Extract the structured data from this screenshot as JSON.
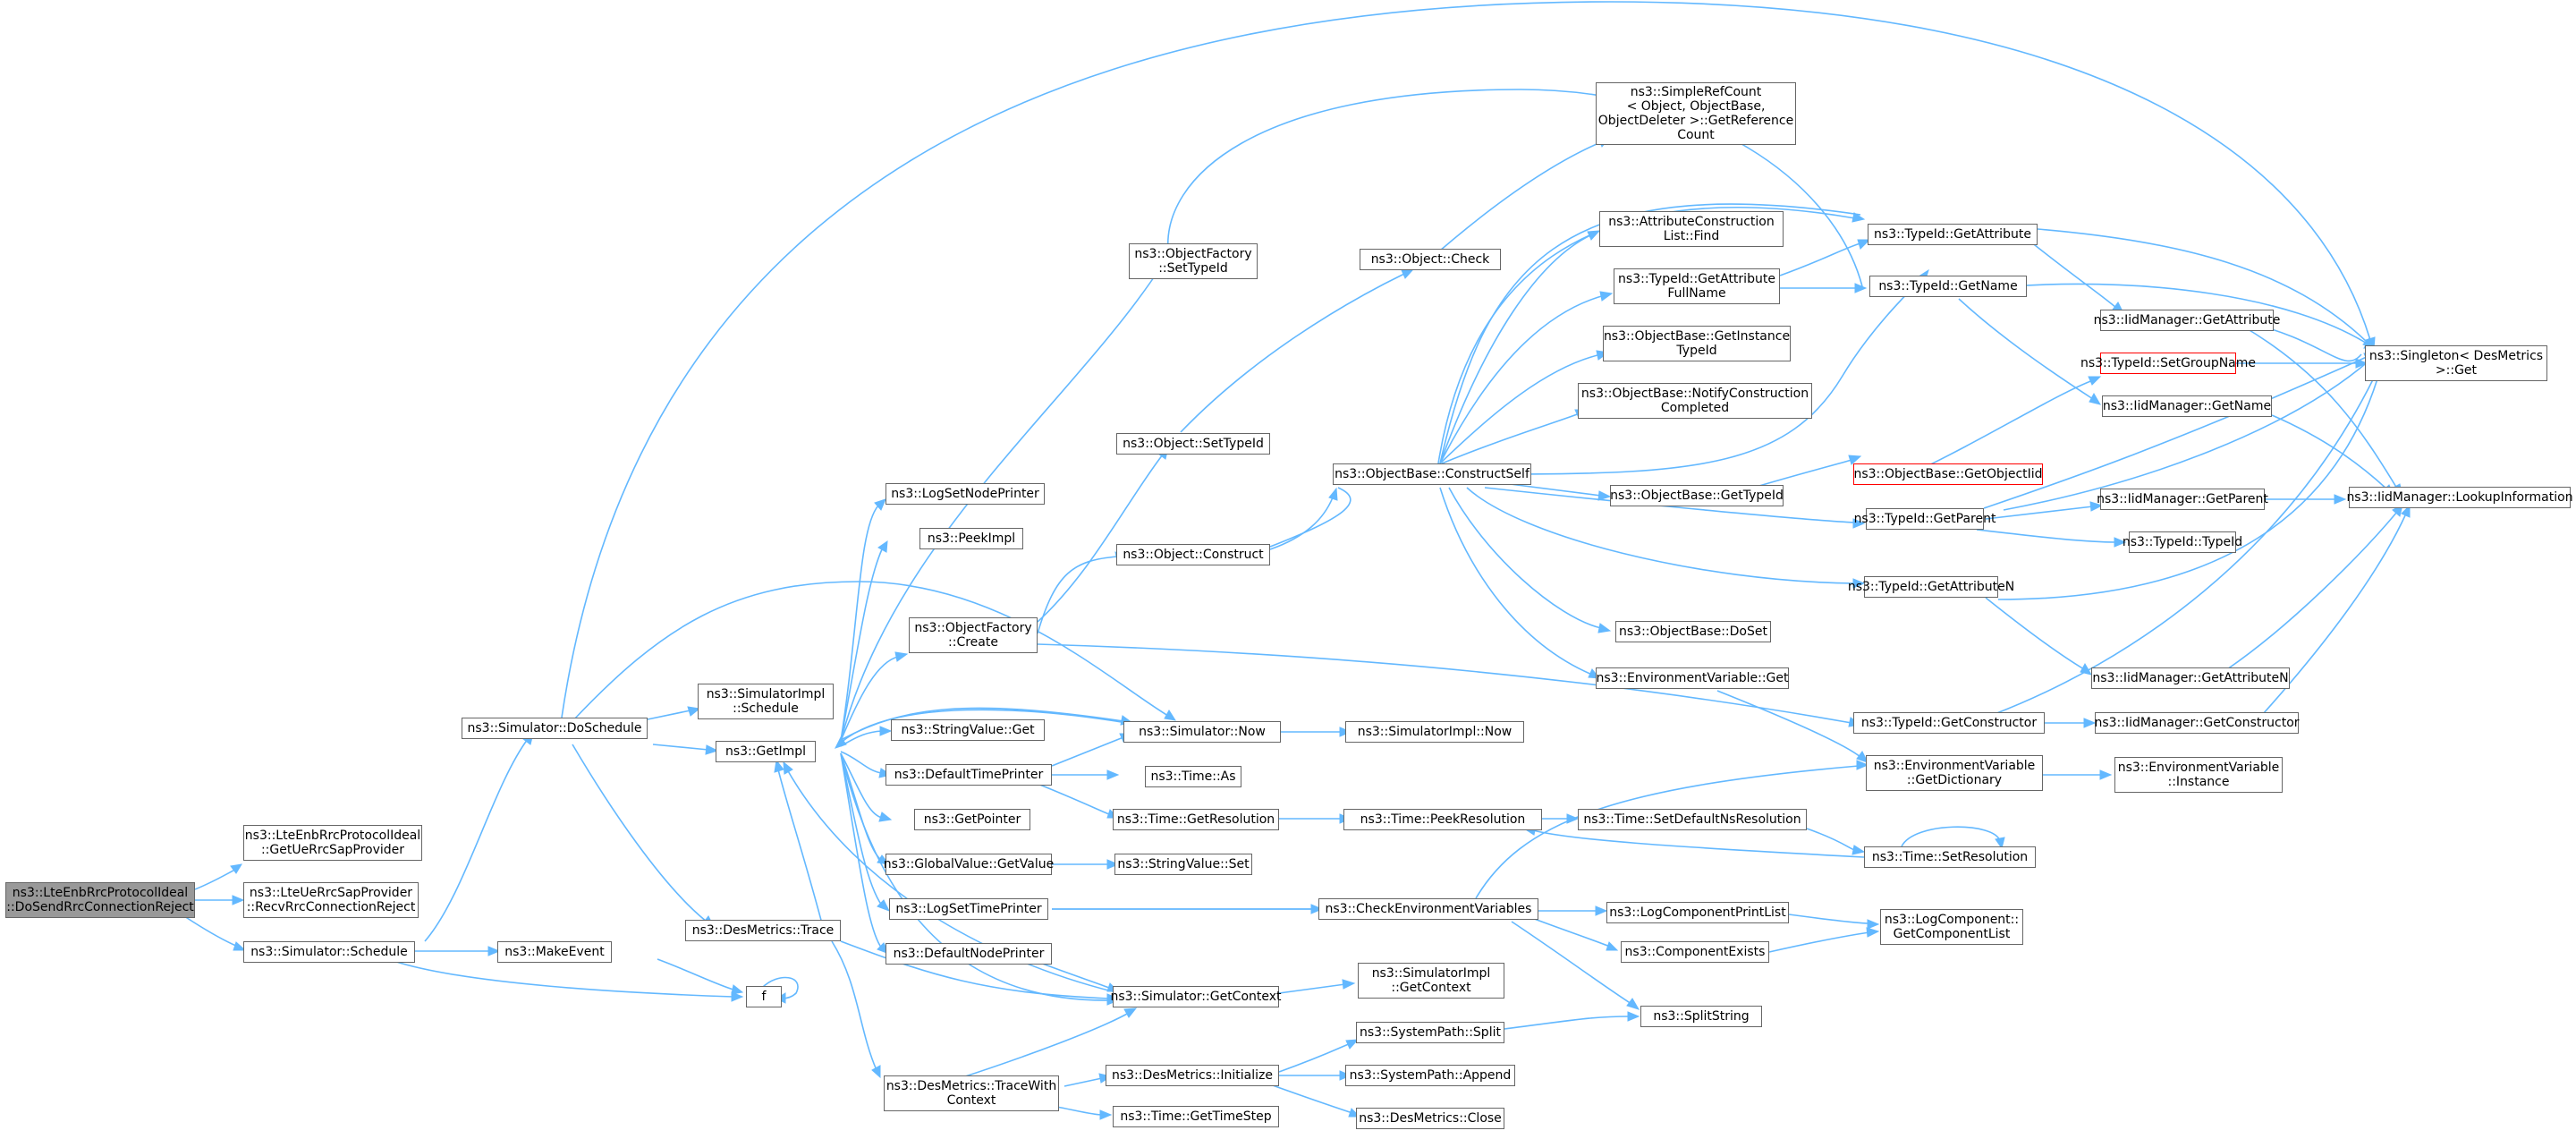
{
  "colors": {
    "edge": "#63b8ff",
    "border": "#666666",
    "root_fill": "#999999",
    "highlight_border": "#ff0000"
  },
  "nodes": {
    "root": "ns3::LteEnbRrcProtocolIdeal\n::DoSendRrcConnectionReject",
    "getuerrcsap": "ns3::LteEnbRrcProtocolIdeal\n::GetUeRrcSapProvider",
    "recvrrc": "ns3::LteUeRrcSapProvider\n::RecvRrcConnectionReject",
    "schedule": "ns3::Simulator::Schedule",
    "doschedule": "ns3::Simulator::DoSchedule",
    "makeevent": "ns3::MakeEvent",
    "f": "f",
    "simimplschedule": "ns3::SimulatorImpl\n::Schedule",
    "getimpl": "ns3::GetImpl",
    "desmetricstrace": "ns3::DesMetrics::Trace",
    "tracewithcontext": "ns3::DesMetrics::TraceWith\nContext",
    "logsetnodeprinter": "ns3::LogSetNodePrinter",
    "peekimpl": "ns3::PeekImpl",
    "ofcreate": "ns3::ObjectFactory\n::Create",
    "stringvalueget": "ns3::StringValue::Get",
    "defaulttimeprinter": "ns3::DefaultTimePrinter",
    "getpointer": "ns3::GetPointer",
    "globalvalueget": "ns3::GlobalValue::GetValue",
    "logsettimeprinter": "ns3::LogSetTimePrinter",
    "defaultnodeprinter": "ns3::DefaultNodePrinter",
    "ofsettypeid": "ns3::ObjectFactory\n::SetTypeId",
    "objsettypeid": "ns3::Object::SetTypeId",
    "objconstruct": "ns3::Object::Construct",
    "simnow": "ns3::Simulator::Now",
    "timeas": "ns3::Time::As",
    "timegetres": "ns3::Time::GetResolution",
    "stringvalueset": "ns3::StringValue::Set",
    "simgetcontext": "ns3::Simulator::GetContext",
    "dminitialize": "ns3::DesMetrics::Initialize",
    "timegettimestep": "ns3::Time::GetTimeStep",
    "objcheck": "ns3::Object::Check",
    "simplerefcount": "ns3::SimpleRefCount\n< Object, ObjectBase,\nObjectDeleter >::GetReference\nCount",
    "constructself": "ns3::ObjectBase::ConstructSelf",
    "simimplnow": "ns3::SimulatorImpl::Now",
    "peekres": "ns3::Time::PeekResolution",
    "checkenv": "ns3::CheckEnvironmentVariables",
    "simimplgetcontext": "ns3::SimulatorImpl\n::GetContext",
    "syssplit": "ns3::SystemPath::Split",
    "sysappend": "ns3::SystemPath::Append",
    "dmclose": "ns3::DesMetrics::Close",
    "attrconstr": "ns3::AttributeConstruction\nList::Find",
    "getattrfullname": "ns3::TypeId::GetAttribute\nFullName",
    "getinstancetypeid": "ns3::ObjectBase::GetInstance\nTypeId",
    "notifyconstr": "ns3::ObjectBase::NotifyConstruction\nCompleted",
    "getobjectiid": "ns3::ObjectBase::GetObjectIid",
    "obgettypeid": "ns3::ObjectBase::GetTypeId",
    "obdoset": "ns3::ObjectBase::DoSet",
    "envget": "ns3::EnvironmentVariable::Get",
    "setdefaultnsres": "ns3::Time::SetDefaultNsResolution",
    "logcompprintlist": "ns3::LogComponentPrintList",
    "compexists": "ns3::ComponentExists",
    "splitstring": "ns3::SplitString",
    "tidgetattr": "ns3::TypeId::GetAttribute",
    "tidgetname": "ns3::TypeId::GetName",
    "tidgetparent": "ns3::TypeId::GetParent",
    "tidgetattrn": "ns3::TypeId::GetAttributeN",
    "tidgetconstructor": "ns3::TypeId::GetConstructor",
    "envgetdict": "ns3::EnvironmentVariable\n::GetDictionary",
    "timesetres": "ns3::Time::SetResolution",
    "logcompgetlist": "ns3::LogComponent::\nGetComponentList",
    "iidgetattr": "ns3::IidManager::GetAttribute",
    "tidsetgroupname": "ns3::TypeId::SetGroupName",
    "iidgetname": "ns3::IidManager::GetName",
    "iidgetparent": "ns3::IidManager::GetParent",
    "tidtypeid": "ns3::TypeId::TypeId",
    "iidgetattrn": "ns3::IidManager::GetAttributeN",
    "iidgetconstructor": "ns3::IidManager::GetConstructor",
    "envinstance": "ns3::EnvironmentVariable\n::Instance",
    "singletonget": "ns3::Singleton< DesMetrics\n >::Get",
    "iidlookup": "ns3::IidManager::LookupInformation"
  }
}
